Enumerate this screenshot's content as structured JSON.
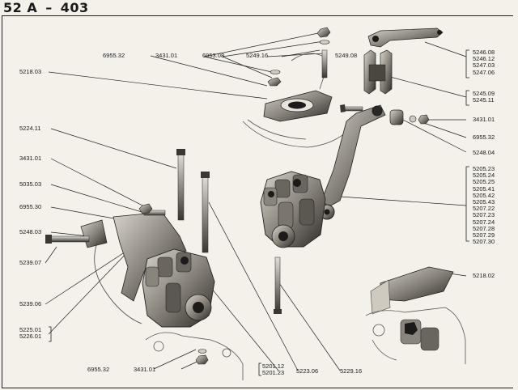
{
  "header": {
    "group": "52 A",
    "separator": "–",
    "page": "403"
  },
  "labels": {
    "l6955_32_top": "6955.32",
    "l3431_01_top": "3431.01",
    "l6953_08": "6953.08",
    "l5249_16": "5249.16",
    "l5249_08": "5249.08",
    "l5218_03": "5218.03",
    "l5224_11": "5224.11",
    "l3431_01_left": "3431.01",
    "l5035_03": "5035.03",
    "l6955_30": "6955.30",
    "l5248_03": "5248.03",
    "l5239_07": "5239.07",
    "l5239_06": "5239.06",
    "l5225_01": "5225.01",
    "l5226_01": "5226.01",
    "l6955_32_bottom": "6955.32",
    "l3431_01_bottom": "3431.01",
    "l5201_12": "5201.12",
    "l5201_23": "5201.23",
    "l5223_06": "5223.06",
    "l5229_16": "5229.16",
    "l5218_02": "5218.02",
    "l3431_01_right": "3431.01",
    "l6955_32_right": "6955.32",
    "l5248_04": "5248.04",
    "group_5246": [
      "5246.08",
      "5246.12",
      "5247.03",
      "5247.06"
    ],
    "group_5245": [
      "5245.09",
      "5245.11"
    ],
    "group_5205": [
      "5205.23",
      "5205.24",
      "5205.25",
      "5205.41",
      "5205.42",
      "5205.43",
      "5207.22",
      "5207.23",
      "5207.24",
      "5207.28",
      "5207.29",
      "5207.30"
    ]
  }
}
